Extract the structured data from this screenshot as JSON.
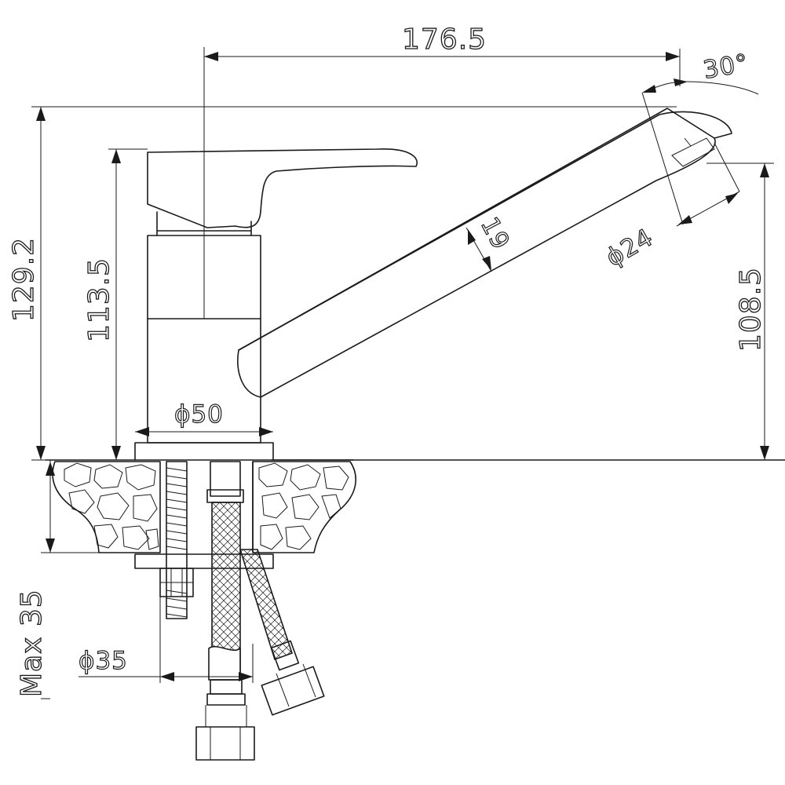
{
  "dimensions": {
    "spout_reach": "176.5",
    "spout_angle": "30°",
    "total_height": "129.2",
    "body_height": "113.5",
    "spout_height": "108.5",
    "spout_thickness": "19",
    "spout_diameter": "ϕ24",
    "base_diameter": "ϕ50",
    "mount_diameter": "ϕ35",
    "max_thickness": "Max 35"
  }
}
